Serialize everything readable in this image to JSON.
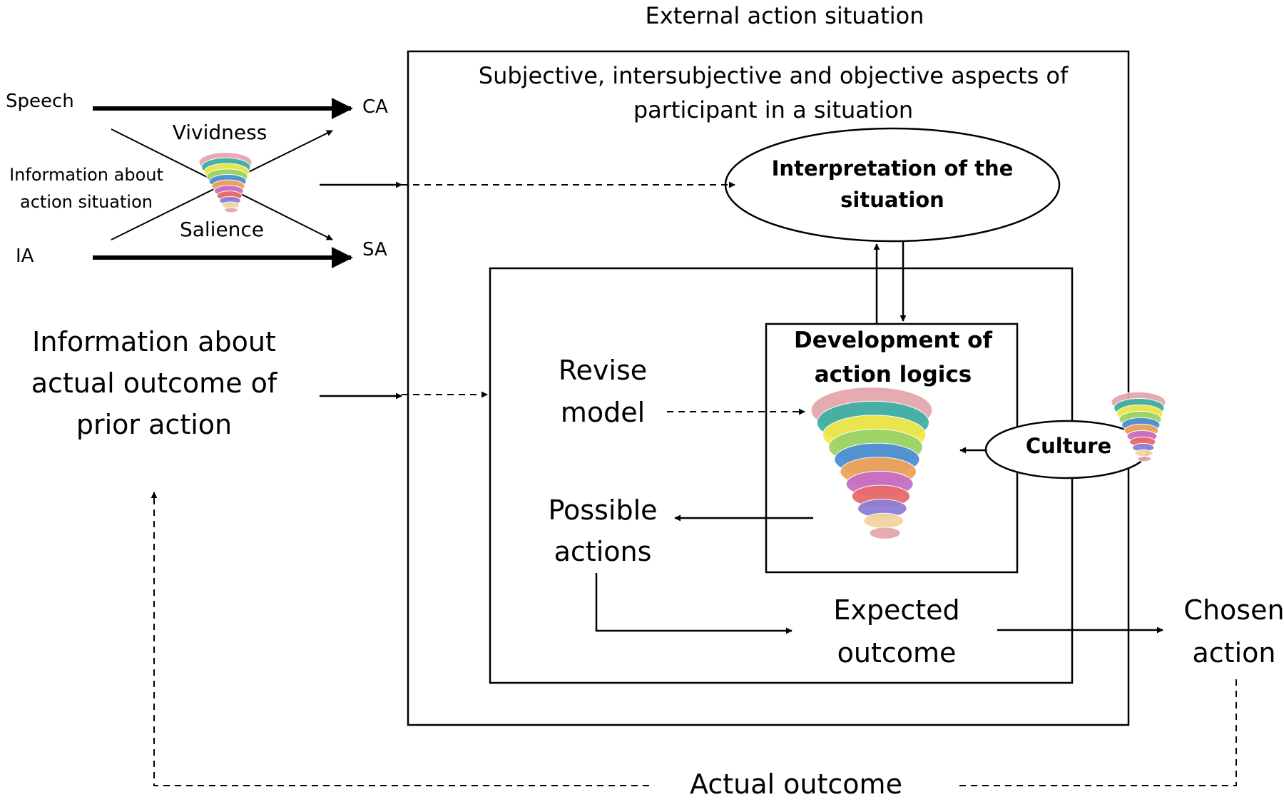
{
  "title": "External action situation",
  "outer_box_title_line1": "Subjective, intersubjective and objective aspects of",
  "outer_box_title_line2": "participant in a situation",
  "interpretation_line1": "Interpretation of the",
  "interpretation_line2": "situation",
  "development_line1": "Development of",
  "development_line2": "action logics",
  "culture": "Culture",
  "revise_line1": "Revise",
  "revise_line2": "model",
  "possible_line1": "Possible",
  "possible_line2": "actions",
  "expected_line1": "Expected",
  "expected_line2": "outcome",
  "chosen_line1": "Chosen",
  "chosen_line2": "action",
  "actual_outcome": "Actual outcome",
  "info_outcome_line1": "Information about",
  "info_outcome_line2": "actual outcome of",
  "info_outcome_line3": "prior action",
  "inputs": {
    "speech": "Speech",
    "info_line1": "Information about",
    "info_line2": "action situation",
    "ia": "IA",
    "ca": "CA",
    "sa": "SA",
    "vividness": "Vividness",
    "salience": "Salience"
  },
  "colors": {
    "line": "#000000",
    "background": "#ffffff",
    "cone_bands": [
      "#e5a7ad",
      "#3fb0a6",
      "#f2e84a",
      "#9bd36a",
      "#4f8fd6",
      "#f0a35a",
      "#c66fc8",
      "#e86a6a",
      "#8e7fd6",
      "#f2d5a0"
    ]
  },
  "icons": [
    "rainbow-cone-icon"
  ]
}
